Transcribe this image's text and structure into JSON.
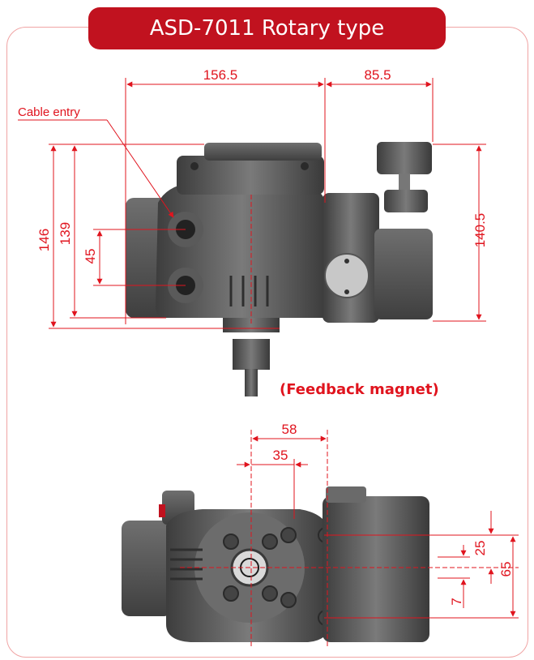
{
  "title": "ASD-7011 Rotary type",
  "labels": {
    "cable_entry": "Cable entry",
    "feedback_magnet": "(Feedback magnet)"
  },
  "dimensions": {
    "top_width_left": "156.5",
    "top_width_right": "85.5",
    "height_146": "146",
    "height_139": "139",
    "height_45": "45",
    "height_140_5": "140.5",
    "bottom_58": "58",
    "bottom_35": "35",
    "bottom_25": "25",
    "bottom_65": "65",
    "bottom_7": "7"
  },
  "colors": {
    "accent": "#c1121f",
    "dimension_line": "#e0141e",
    "body_dark": "#4a4a4a",
    "body_mid": "#6b6b6b",
    "frame": "#f0a4a4"
  }
}
